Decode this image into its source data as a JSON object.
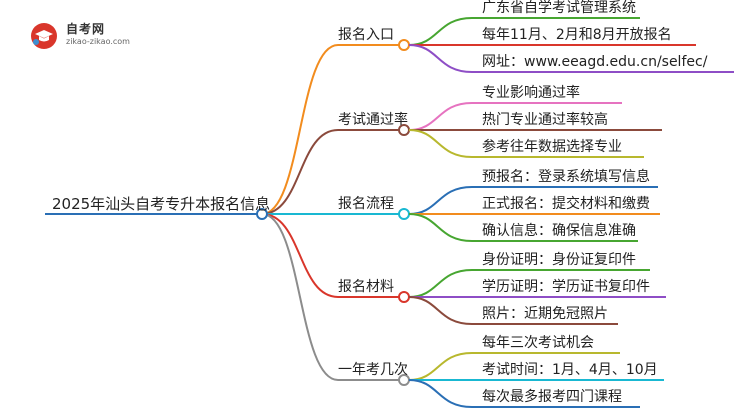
{
  "logo": {
    "site_name": "自考网",
    "site_url": "zikao-zikao.com",
    "badge_icon": "graduation-cap-icon",
    "badge_color": "#d9362b"
  },
  "mindmap": {
    "root": "2025年汕头自考专升本报名信息",
    "root_color": "#2a6fb5",
    "branches": [
      {
        "label": "报名入口",
        "color": "#f28c1e",
        "leaf_color": "#47a631",
        "leaves": [
          "广东省自学考试管理系统",
          "每年11月、2月和8月开放报名",
          "网址：www.eeagd.edu.cn/selfec/"
        ],
        "leaf_colors": [
          "#47a631",
          "#d9362b",
          "#8e4ec6"
        ]
      },
      {
        "label": "考试通过率",
        "color": "#8b4a3c",
        "leaves": [
          "专业影响通过率",
          "热门专业通过率较高",
          "参考往年数据选择专业"
        ],
        "leaf_colors": [
          "#e673c0",
          "#8b4a3c",
          "#b8b82e"
        ]
      },
      {
        "label": "报名流程",
        "color": "#19b8d2",
        "leaves": [
          "预报名：登录系统填写信息",
          "正式报名：提交材料和缴费",
          "确认信息：确保信息准确"
        ],
        "leaf_colors": [
          "#2a6fb5",
          "#f28c1e",
          "#47a631"
        ]
      },
      {
        "label": "报名材料",
        "color": "#d9362b",
        "leaves": [
          "身份证明：身份证复印件",
          "学历证明：学历证书复印件",
          "照片：近期免冠照片"
        ],
        "leaf_colors": [
          "#47a631",
          "#8e4ec6",
          "#8b4a3c"
        ]
      },
      {
        "label": "一年考几次",
        "color": "#8c8c8c",
        "leaves": [
          "每年三次考试机会",
          "考试时间：1月、4月、10月",
          "每次最多报考四门课程"
        ],
        "leaf_colors": [
          "#b8b82e",
          "#19b8d2",
          "#2a6fb5"
        ]
      }
    ]
  }
}
